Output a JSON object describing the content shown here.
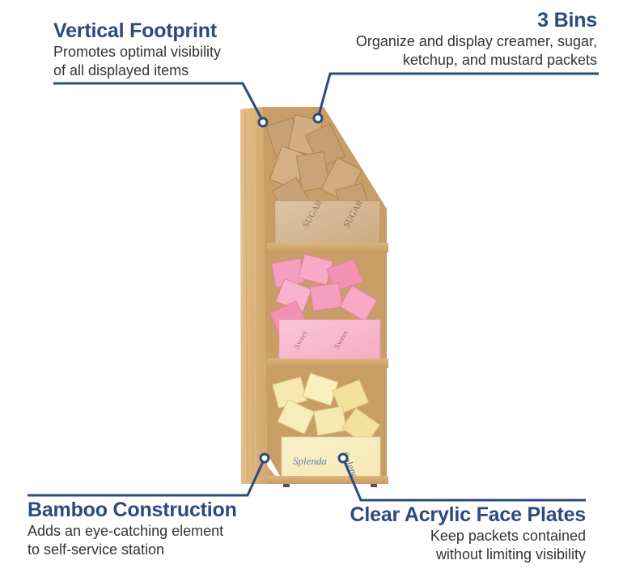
{
  "callouts": {
    "vertical_footprint": {
      "title": "Vertical Footprint",
      "line1": "Promotes optimal visibility",
      "line2": "of all displayed items"
    },
    "bins": {
      "title": "3 Bins",
      "line1": "Organize and display creamer, sugar,",
      "line2": "ketchup, and mustard packets"
    },
    "bamboo": {
      "title": "Bamboo Construction",
      "line1": "Adds an eye-catching element",
      "line2": "to self-service station"
    },
    "acrylic": {
      "title": "Clear Acrylic Face Plates",
      "line1": "Keep packets contained",
      "line2": "without limiting visibility"
    }
  },
  "colors": {
    "accent": "#2c4a7e",
    "bamboo": "#d9b27c",
    "packet_brown": "#c9a57a",
    "packet_pink": "#f29ab8",
    "packet_yellow": "#f4e6a8"
  }
}
